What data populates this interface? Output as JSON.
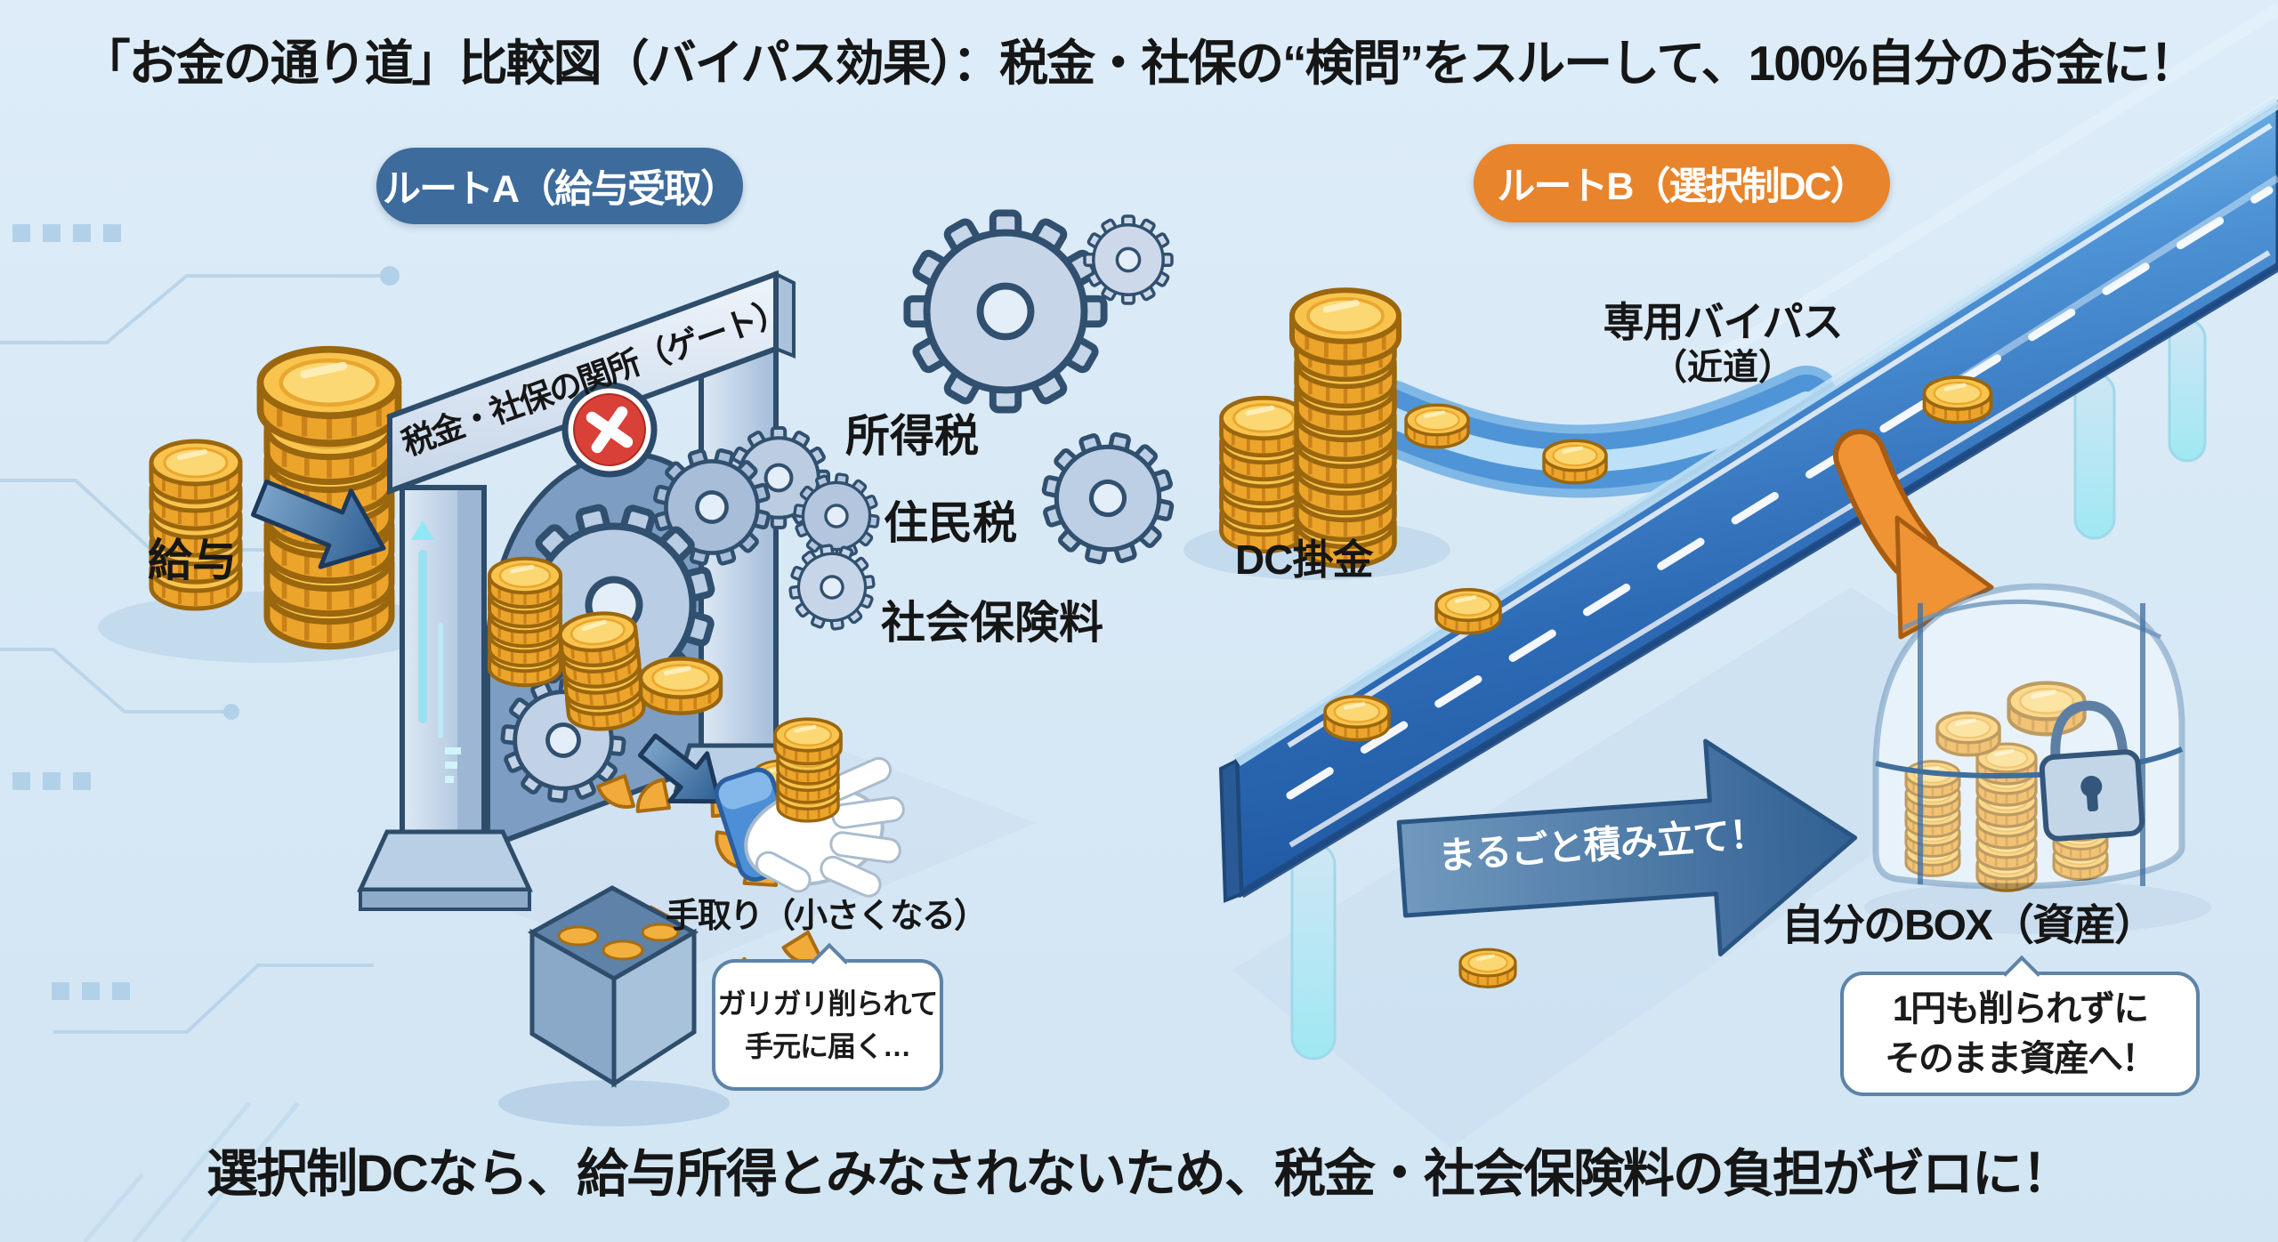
{
  "title": "「お金の通り道」比較図（バイパス効果）：税金・社保の“検問”をスルーして、100%自分のお金に！",
  "footer": "選択制DCなら、給与所得とみなされないため、税金・社会保険料の負担がゼロに！",
  "route_a": {
    "badge": "ルートA（給与受取）",
    "salary_label": "給与",
    "gate_sign": "税金・社保の関所（ゲート）",
    "tax_labels": [
      "所得税",
      "住民税",
      "社会保険料"
    ],
    "takehome_label": "手取り（小さくなる）",
    "bubble": [
      "ガリガリ削られて",
      "手元に届く…"
    ]
  },
  "route_b": {
    "badge": "ルートB（選択制DC）",
    "contribution_label": "DC掛金",
    "bypass_label": "専用バイパス",
    "bypass_sublabel": "（近道）",
    "arrow_label": "まるごと積み立て！",
    "box_label": "自分のBOX（資産）",
    "bubble": [
      "1円も削られずに",
      "そのまま資産へ！"
    ]
  },
  "colors": {
    "background": "#d9e9f5",
    "route_a_badge": "#3d6b9c",
    "route_b_badge": "#e8842c",
    "road_blue": "#2f6cb8",
    "coin_gold": "#f8c44e",
    "prohibition_red": "#d84038"
  }
}
